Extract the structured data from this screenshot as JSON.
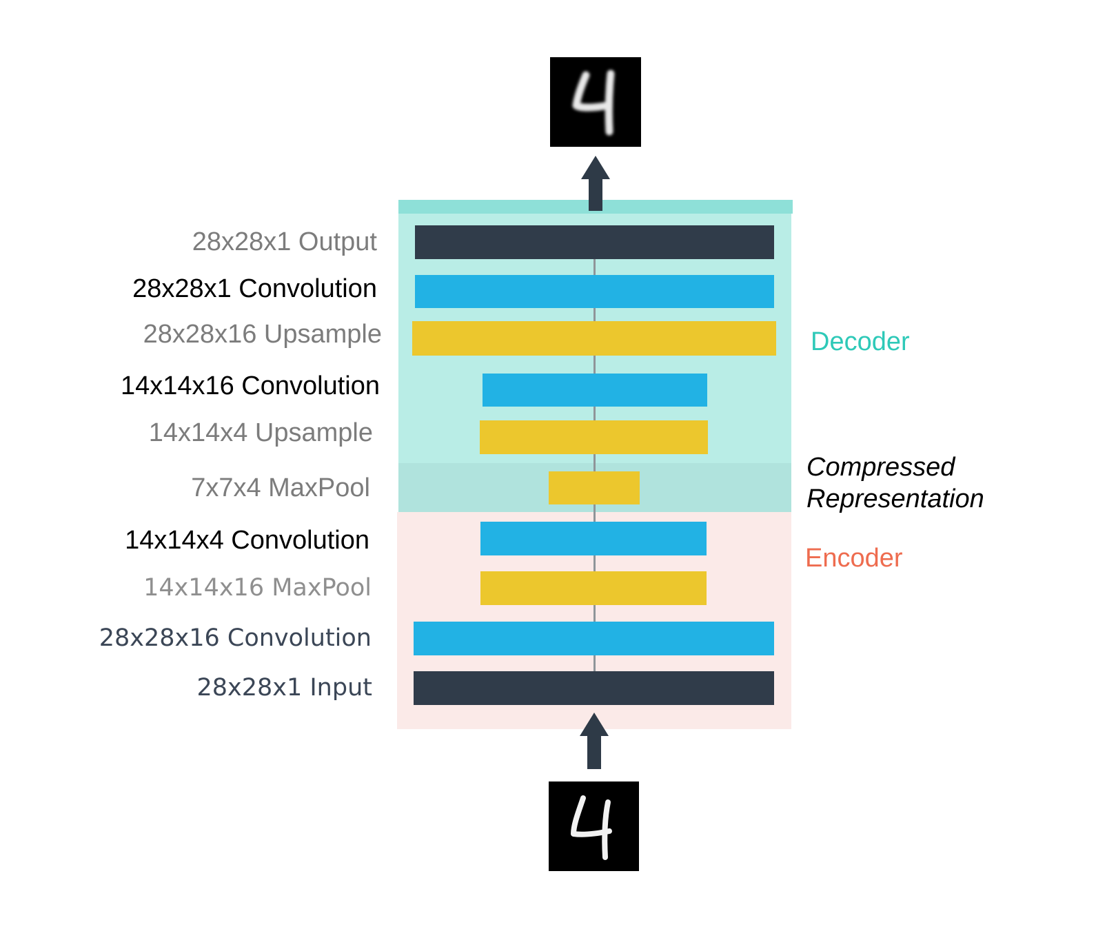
{
  "layers": [
    {
      "label": "28x28x1 Output",
      "type": "dark"
    },
    {
      "label": "28x28x1 Convolution",
      "type": "blue"
    },
    {
      "label": "28x28x16 Upsample",
      "type": "yellow"
    },
    {
      "label": "14x14x16 Convolution",
      "type": "blue"
    },
    {
      "label": "14x14x4 Upsample",
      "type": "yellow"
    },
    {
      "label": "7x7x4 MaxPool",
      "type": "yellow"
    },
    {
      "label": "14x14x4 Convolution",
      "type": "blue"
    },
    {
      "label": "14x14x16 MaxPool",
      "type": "yellow"
    },
    {
      "label": "28x28x16 Convolution",
      "type": "blue"
    },
    {
      "label": "28x28x1 Input",
      "type": "dark"
    }
  ],
  "regions": {
    "decoder": "Decoder",
    "compressed_line1": "Compressed",
    "compressed_line2": "Representation",
    "encoder": "Encoder"
  },
  "images": {
    "output_digit": "4",
    "input_digit": "4"
  },
  "colors": {
    "decoder_bg": "#b9ede6",
    "compressed_bg": "#b0e3dd",
    "encoder_bg": "#fbeae8",
    "dark_layer": "#303c4a",
    "conv_layer": "#22b2e4",
    "pool_layer": "#ecc72d",
    "decoder_text": "#2ec9b8",
    "encoder_text": "#ee6c4f"
  }
}
